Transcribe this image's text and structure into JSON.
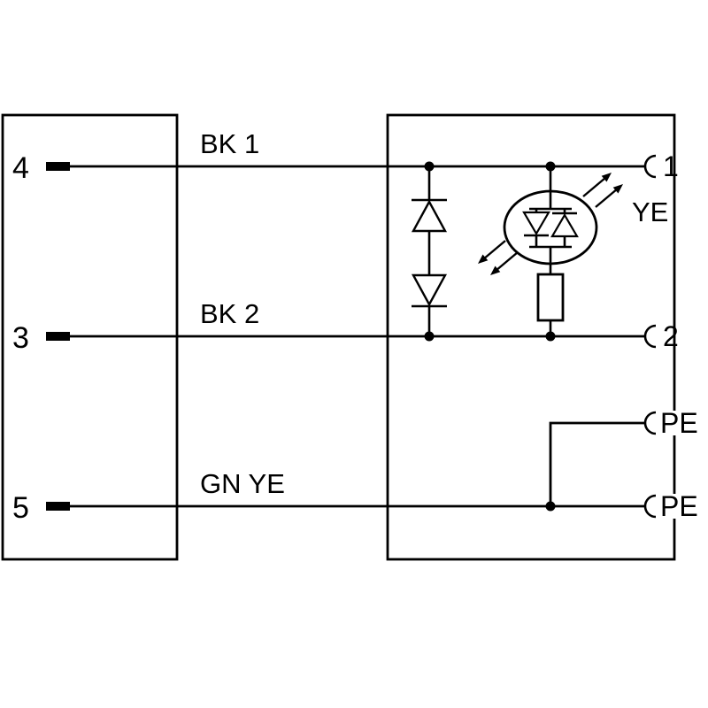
{
  "diagram_type": "connector-wiring-diagram",
  "colors": {
    "line": "#000000",
    "background": "#ffffff"
  },
  "left_connector": {
    "pins": [
      {
        "number": "4",
        "wire_label": "BK 1"
      },
      {
        "number": "3",
        "wire_label": "BK 2"
      },
      {
        "number": "5",
        "wire_label": "GN YE"
      }
    ]
  },
  "right_connector": {
    "terminals": [
      {
        "label": "1"
      },
      {
        "label": "2"
      },
      {
        "label": "PE"
      },
      {
        "label": "PE"
      }
    ]
  },
  "led": {
    "color_label": "YE"
  }
}
